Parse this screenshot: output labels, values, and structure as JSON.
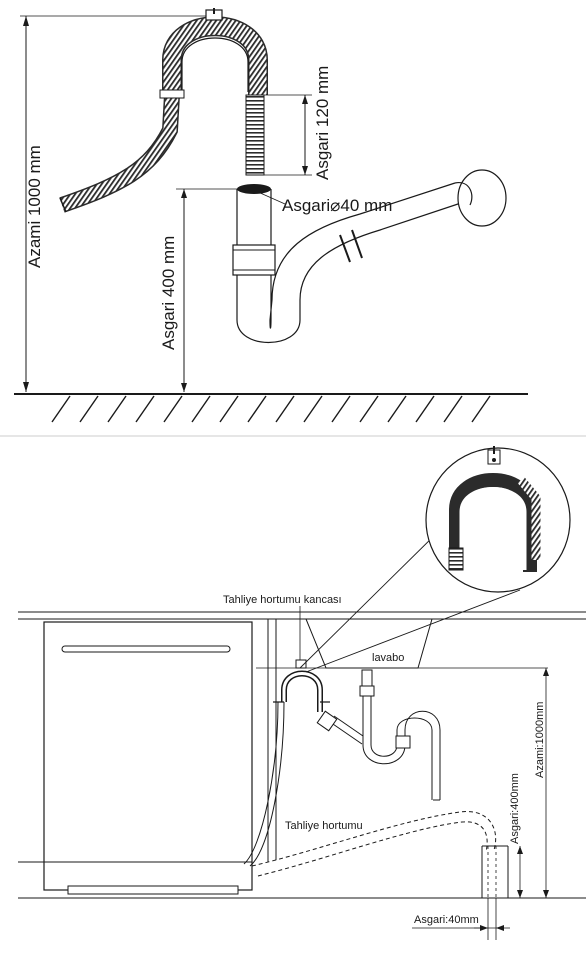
{
  "top_diagram": {
    "max_height_label": "Azami 1000 mm",
    "min_hose_label": "Asgari 120 mm",
    "min_diameter_label": "Asgari⌀40 mm",
    "min_height_label": "Asgari 400 mm"
  },
  "bottom_diagram": {
    "hook_label": "Tahliye hortumu kancası",
    "sink_label": "lavabo",
    "max_height_label": "Azami:1000mm",
    "min_height_label": "Asgari:400mm",
    "hose_label": "Tahliye hortumu",
    "min_depth_label": "Asgari:40mm"
  },
  "colors": {
    "ink": "#1a1a1a",
    "hose_dark": "#3a3a3a",
    "hose_light": "#f2f2f2"
  }
}
